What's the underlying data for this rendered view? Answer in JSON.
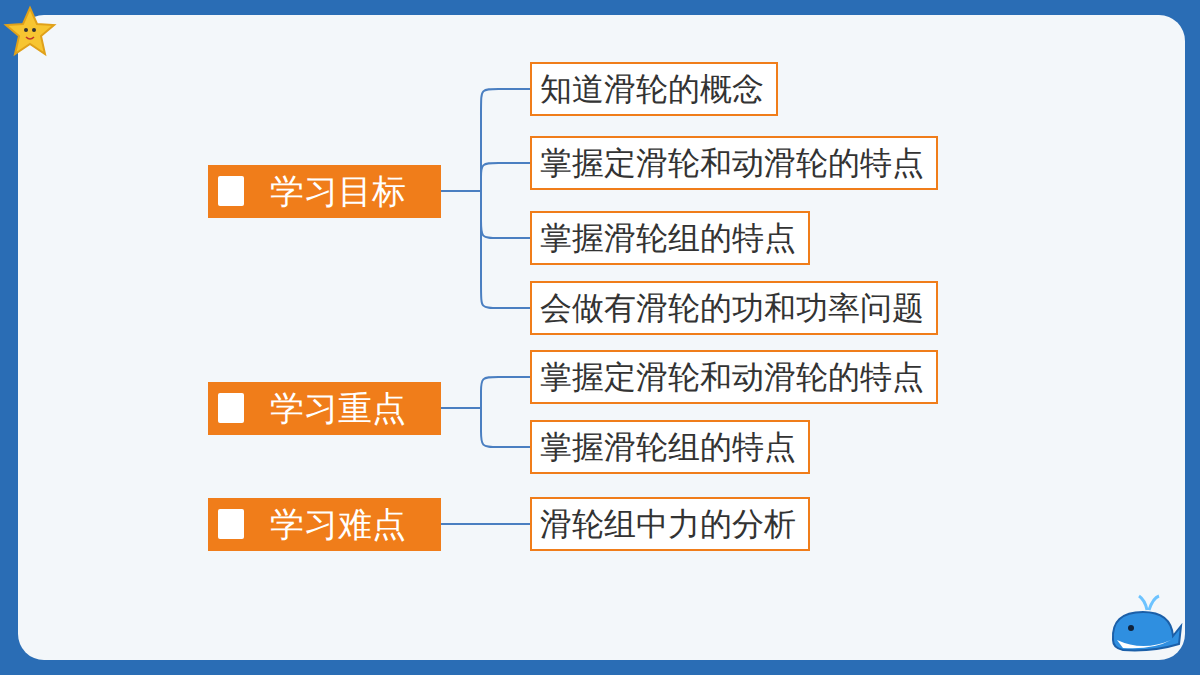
{
  "diagram": {
    "nodes": [
      {
        "text": [
          "学习目标"
        ]
      },
      {
        "text": [
          "知道滑轮的概念"
        ]
      },
      {
        "text": [
          "掌握定滑轮和动滑轮的特点"
        ]
      },
      {
        "text": [
          "掌握滑轮组的特点"
        ]
      },
      {
        "text": [
          "会做有滑轮的功和功率问题"
        ]
      },
      {
        "text": [
          "学习重点"
        ]
      },
      {
        "text": [
          "掌握定滑轮和动滑轮的特点"
        ]
      },
      {
        "text": [
          "掌握滑轮组的特点"
        ]
      },
      {
        "text": [
          "学习难点"
        ]
      },
      {
        "text": [
          "滑轮组中力的分析"
        ]
      }
    ],
    "edges": [
      {
        "from": 0,
        "to": 1,
        "arrow": "none"
      },
      {
        "from": 0,
        "to": 2,
        "arrow": "none"
      },
      {
        "from": 0,
        "to": 3,
        "arrow": "none"
      },
      {
        "from": 0,
        "to": 4,
        "arrow": "none"
      },
      {
        "from": 5,
        "to": 6,
        "arrow": "none"
      },
      {
        "from": 5,
        "to": 7,
        "arrow": "none"
      },
      {
        "from": 8,
        "to": 9,
        "arrow": "none"
      }
    ]
  }
}
